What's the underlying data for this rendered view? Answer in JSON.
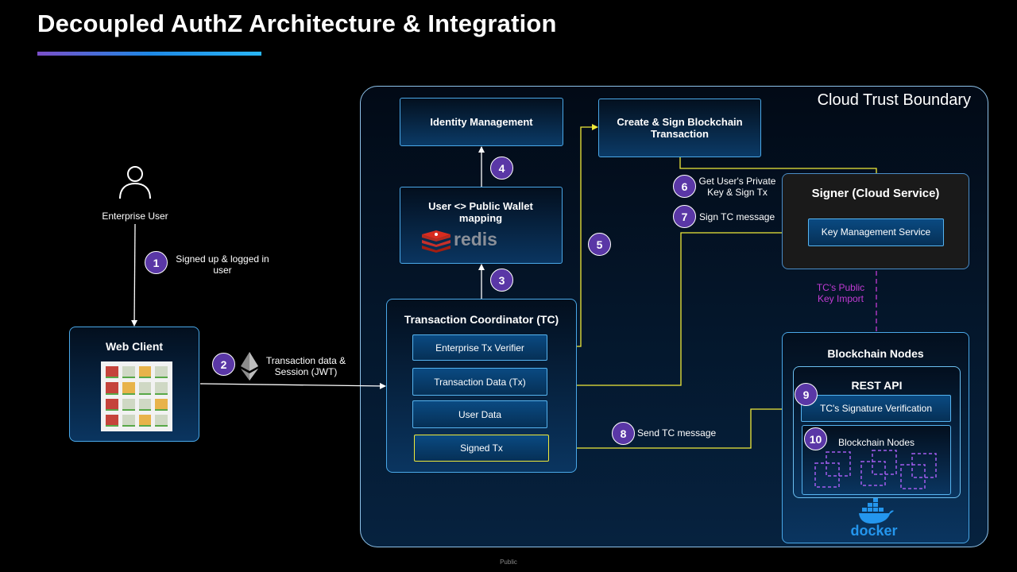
{
  "title": "Decoupled AuthZ Architecture & Integration",
  "boundary_label": "Cloud Trust Boundary",
  "enterprise_user": "Enterprise User",
  "web_client": "Web Client",
  "identity_management": "Identity Management",
  "wallet_mapping": "User <> Public Wallet mapping",
  "redis_logo": "redis",
  "create_sign_tx": "Create & Sign Blockchain Transaction",
  "signer": "Signer (Cloud Service)",
  "kms": "Key Management Service",
  "tc_public_key_import": "TC's Public Key Import",
  "tc": {
    "title": "Transaction Coordinator (TC)",
    "items": [
      "Enterprise Tx Verifier",
      "Transaction Data (Tx)",
      "User Data",
      "Signed Tx"
    ]
  },
  "blockchain": {
    "title": "Blockchain Nodes",
    "rest_api": "REST API",
    "sig_verification": "TC's Signature Verification",
    "inner_nodes": "Blockchain Nodes",
    "docker_logo": "docker"
  },
  "steps": {
    "s1": {
      "num": "1",
      "label": "Signed up & logged in user"
    },
    "s2": {
      "num": "2",
      "label": "Transaction data & Session (JWT)"
    },
    "s3": {
      "num": "3"
    },
    "s4": {
      "num": "4"
    },
    "s5": {
      "num": "5"
    },
    "s6": {
      "num": "6",
      "label": "Get User's Private Key & Sign Tx"
    },
    "s7": {
      "num": "7",
      "label": "Sign TC message"
    },
    "s8": {
      "num": "8",
      "label": "Send TC message"
    },
    "s9": {
      "num": "9"
    },
    "s10": {
      "num": "10"
    }
  },
  "footer": "Public",
  "colors": {
    "accent_yellow": "#f0ea3a",
    "badge_purple": "#5a37a6",
    "border_blue": "#4aa8e8",
    "magenta": "#c23bd4"
  },
  "icons": [
    "user-icon",
    "ethereum-icon",
    "redis-icon",
    "docker-icon",
    "node-cube-icon"
  ]
}
